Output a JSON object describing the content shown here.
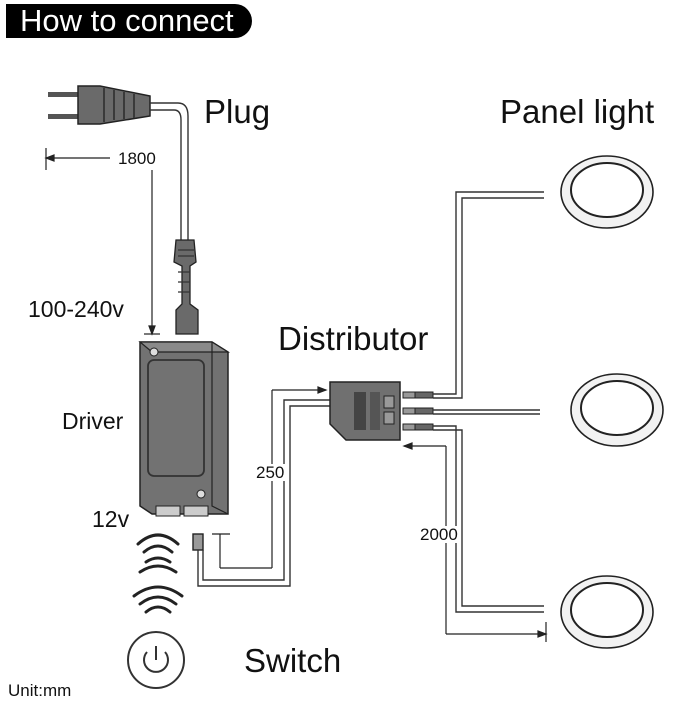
{
  "title": "How to connect",
  "labels": {
    "plug": "Plug",
    "panel_light": "Panel light",
    "distributor": "Distributor",
    "driver": "Driver",
    "switch": "Switch",
    "input_voltage": "100-240v",
    "output_voltage": "12v",
    "unit": "Unit:mm"
  },
  "dimensions": {
    "plug_cable": "1800",
    "switch_cable": "250",
    "light_cable": "2000"
  },
  "panel_lights": {
    "count": 3
  }
}
